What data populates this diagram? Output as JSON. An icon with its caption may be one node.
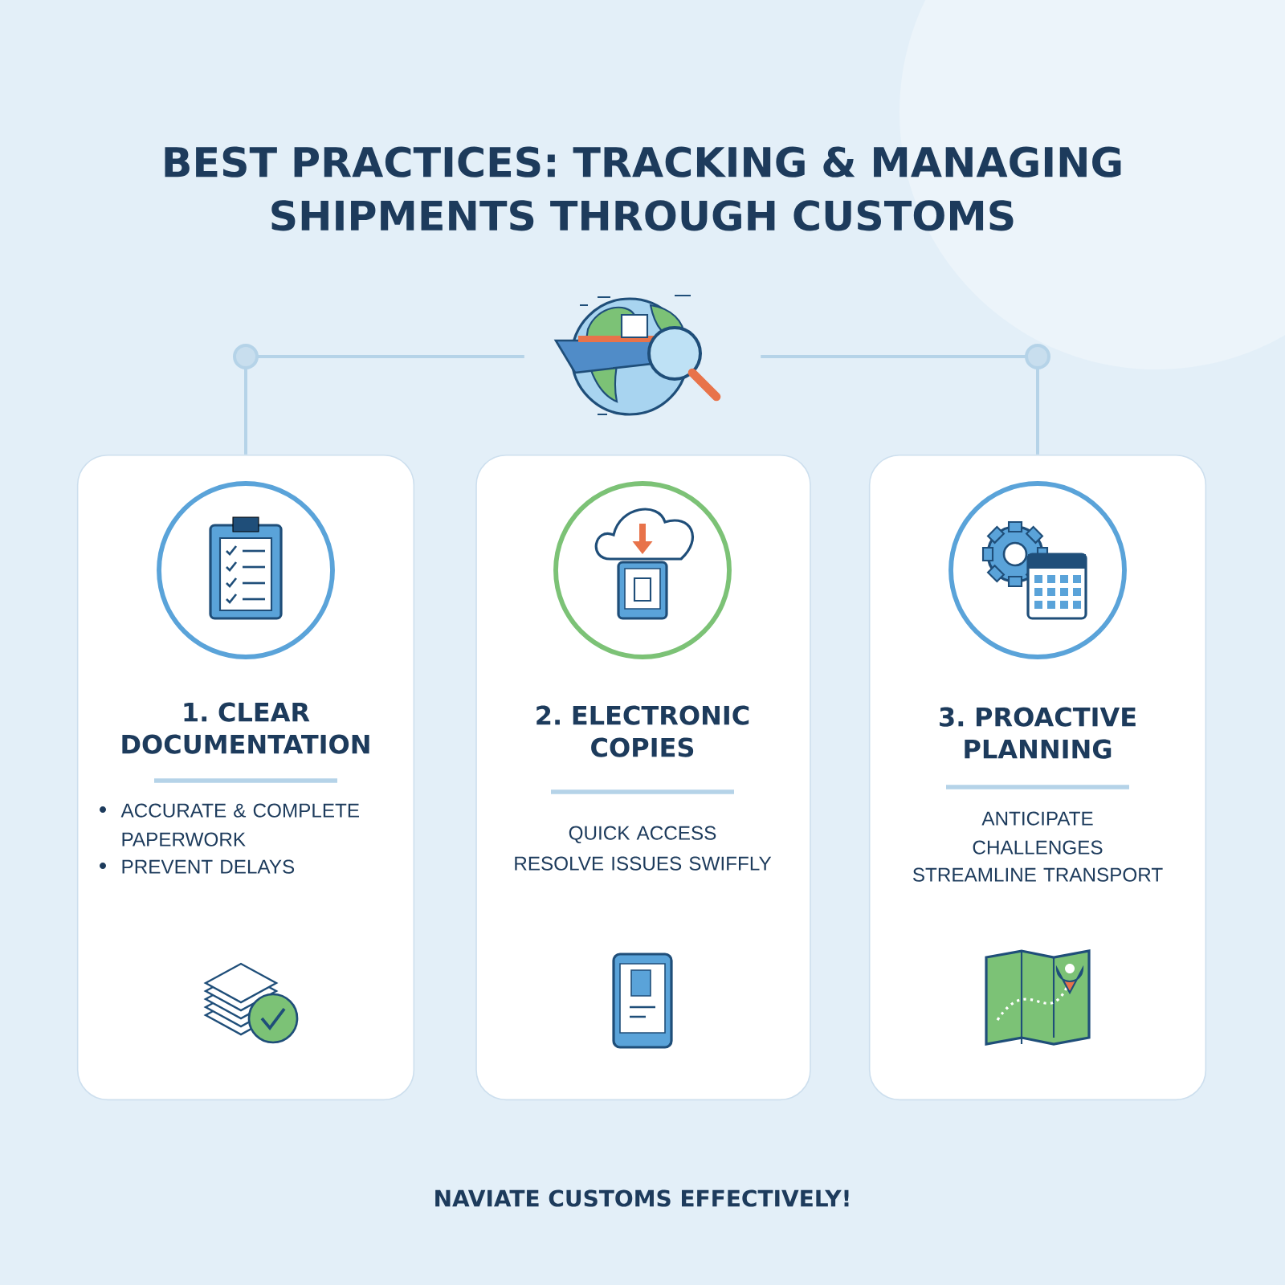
{
  "diagram": {
    "title": "BEST PRACTICES: TRACKING & MANAGING SHIPMENTS THROUGH CUSTOMS",
    "nodes": [
      {
        "text": [],
        "shape": "picture"
      },
      {
        "text": [
          "1. CLEAR DOCUMENTATION",
          "ACCURATE & COMPLETE PAPERWORK",
          "PREVENT DELAYS"
        ]
      },
      {
        "text": [
          "2. ELECTRONIC COPIES",
          "QUICK ACCESS",
          "RESOLVE ISSUES SWIFFLY"
        ]
      },
      {
        "text": [
          "3. PROACTIVE PLANNING",
          "ANTICIPATE CHALLENGES",
          "STREAMLINE TRANSPORT"
        ]
      }
    ],
    "edges": [
      {
        "from": 0,
        "to": 1,
        "arrow": "none"
      },
      {
        "from": 0,
        "to": 3,
        "arrow": "none"
      }
    ],
    "caption": "NAVIATE CUSTOMS EFFECTIVELY!"
  }
}
